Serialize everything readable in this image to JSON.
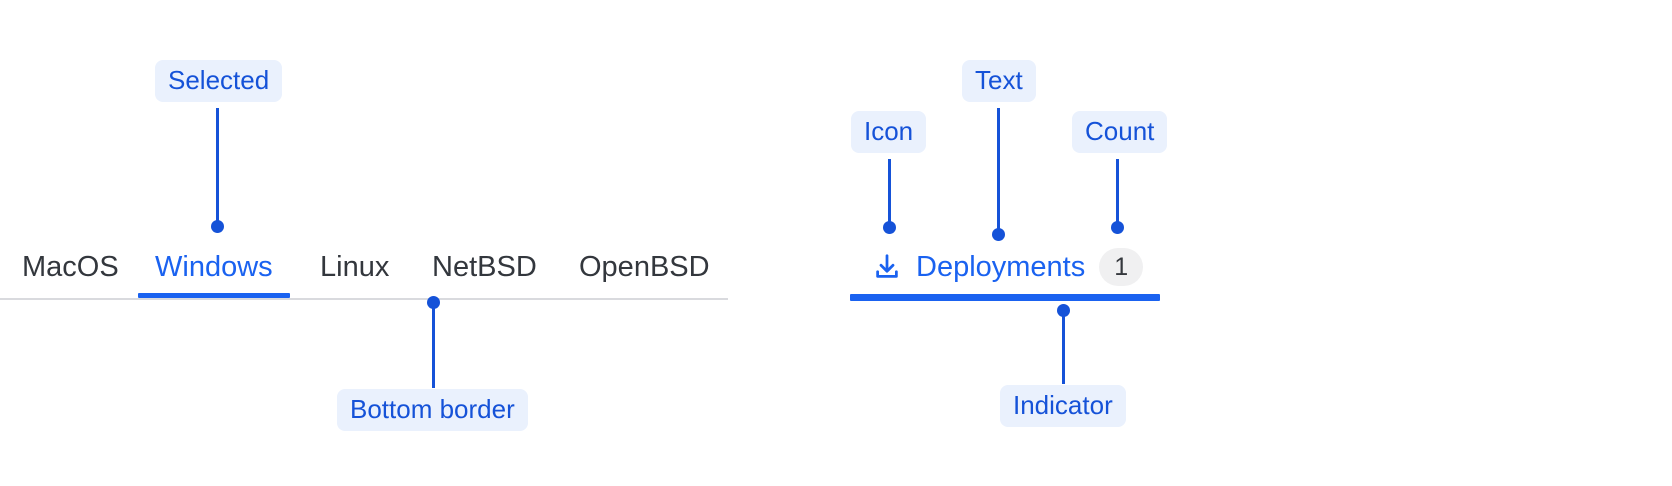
{
  "theme": {
    "accent_blue": "#1a62f0",
    "callout_text": "#1552d8",
    "callout_bg": "#eaf1fd",
    "tab_text": "#33373d",
    "bottom_border": "#d9dade",
    "badge_bg": "#f0f0f1",
    "badge_text": "#35383d",
    "page_bg": "#ffffff"
  },
  "left_example": {
    "tabs": [
      {
        "label": "MacOS",
        "selected": false
      },
      {
        "label": "Windows",
        "selected": true
      },
      {
        "label": "Linux",
        "selected": false
      },
      {
        "label": "NetBSD",
        "selected": false
      },
      {
        "label": "OpenBSD",
        "selected": false
      }
    ],
    "annotations": {
      "selected": "Selected",
      "bottom_border": "Bottom border"
    }
  },
  "right_example": {
    "icon": "download-icon",
    "label": "Deployments",
    "count": "1",
    "annotations": {
      "icon": "Icon",
      "text": "Text",
      "count": "Count",
      "indicator": "Indicator"
    }
  }
}
